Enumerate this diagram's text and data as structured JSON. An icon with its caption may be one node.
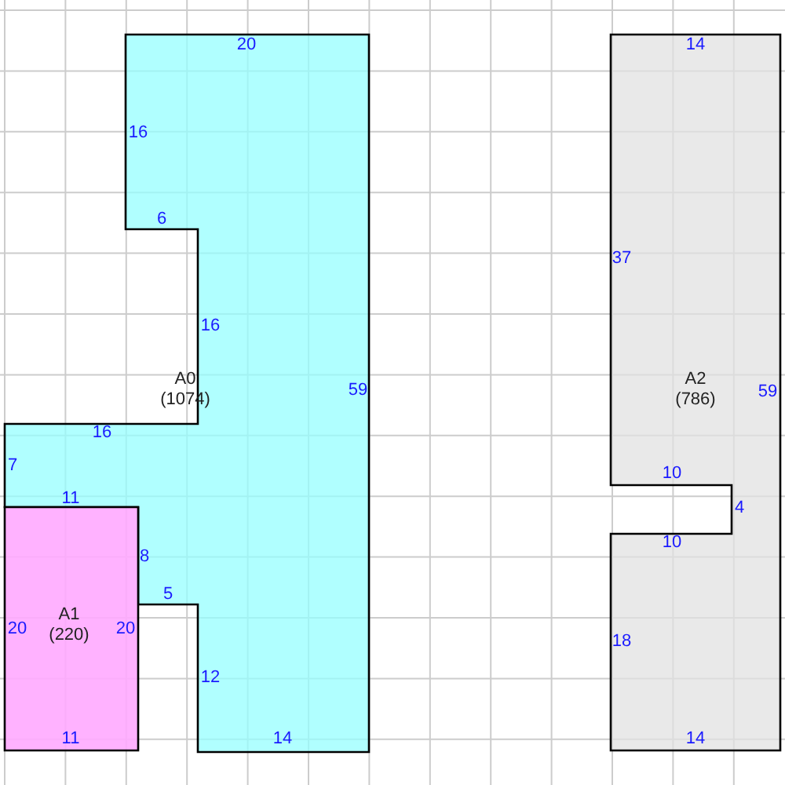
{
  "diagram": {
    "nodes": [
      {
        "text": [
          "A0",
          "(1074)",
          "20",
          "16",
          "6",
          "16",
          "16",
          "7",
          "11",
          "8",
          "5",
          "12",
          "14",
          "59"
        ]
      },
      {
        "text": [
          "A1",
          "(220)",
          "20",
          "20",
          "11"
        ]
      },
      {
        "text": [
          "A2",
          "(786)",
          "14",
          "37",
          "59",
          "10",
          "4",
          "10",
          "18",
          "14"
        ]
      }
    ]
  }
}
